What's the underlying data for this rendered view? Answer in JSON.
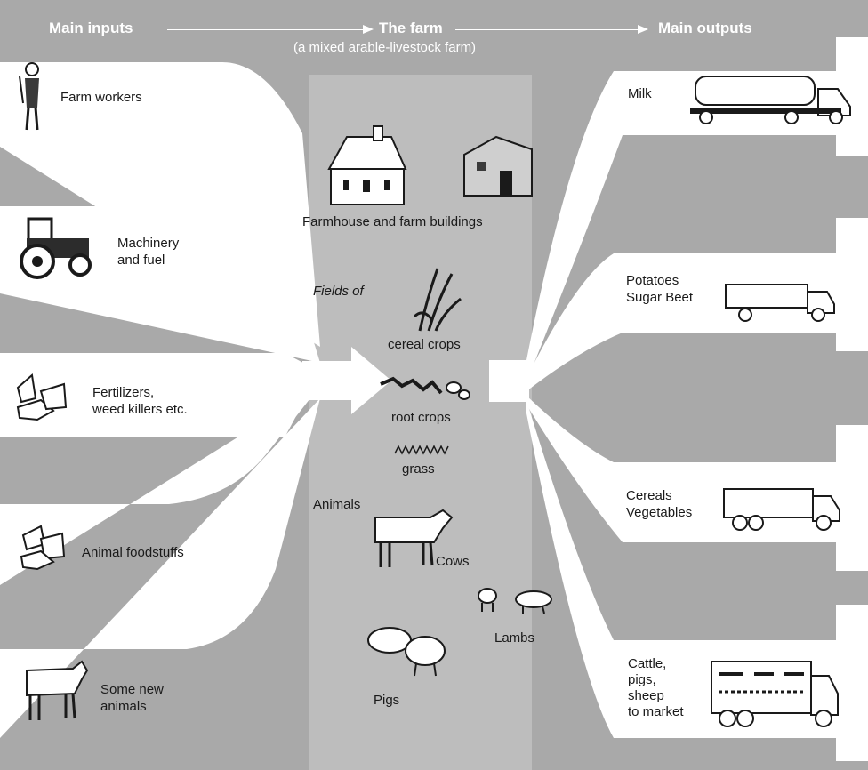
{
  "header": {
    "inputs_title": "Main inputs",
    "farm_title": "The farm",
    "farm_subtitle": "(a mixed arable-livestock farm)",
    "outputs_title": "Main outputs"
  },
  "inputs": [
    {
      "label": "Farm workers",
      "icon": "farm-worker-icon"
    },
    {
      "label": "Machinery\nand fuel",
      "icon": "tractor-icon"
    },
    {
      "label": "Fertilizers,\nweed killers etc.",
      "icon": "fertilizer-sacks-icon"
    },
    {
      "label": "Animal foodstuffs",
      "icon": "feed-sacks-icon"
    },
    {
      "label": "Some new\nanimals",
      "icon": "cow-icon"
    }
  ],
  "farm": {
    "buildings_label": "Farmhouse and farm buildings",
    "fields_label": "Fields of",
    "cereal_label": "cereal crops",
    "root_label": "root crops",
    "grass_label": "grass",
    "animals_label": "Animals",
    "cows_label": "Cows",
    "lambs_label": "Lambs",
    "pigs_label": "Pigs"
  },
  "outputs": [
    {
      "label": "Milk",
      "icon": "milk-tanker-icon"
    },
    {
      "label": "Potatoes\nSugar Beet",
      "icon": "open-truck-icon"
    },
    {
      "label": "Cereals\nVegetables",
      "icon": "lorry-icon"
    },
    {
      "label": "Cattle,\npigs,\nsheep\nto market",
      "icon": "livestock-truck-icon"
    }
  ],
  "colors": {
    "background": "#a9a9a9",
    "arrows": "#ffffff",
    "farm_panel": "#bdbdbd",
    "ink": "#1a1a1a"
  }
}
